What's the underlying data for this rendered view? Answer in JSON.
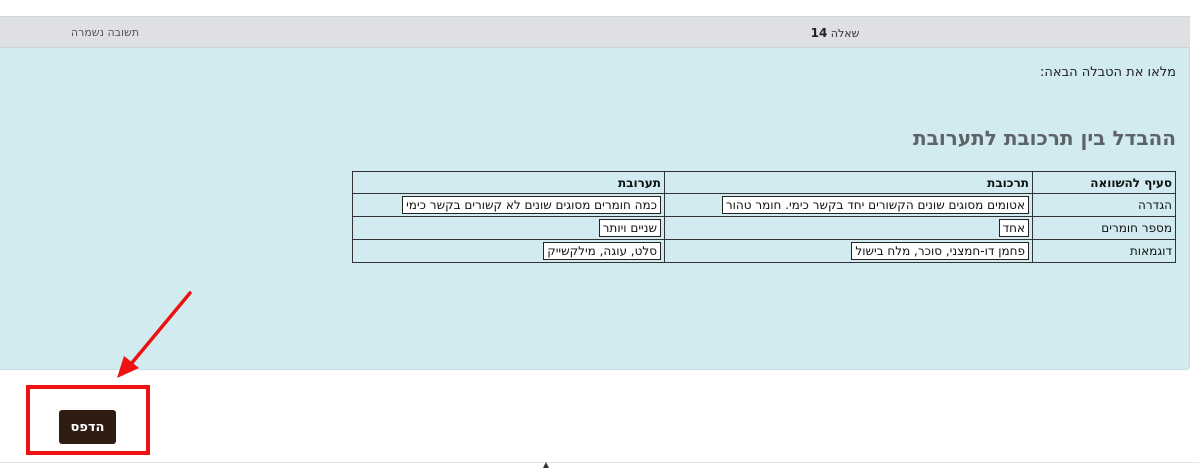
{
  "header": {
    "question_label": "שאלה",
    "question_number": "14",
    "status": "תשובה נשמרה"
  },
  "content": {
    "instructions": "מלאו את הטבלה הבאה:",
    "table_title": "ההבדל בין תרכובת לתערובת",
    "table": {
      "headers": [
        "סעיף להשוואה",
        "תרכובת",
        "תערובת"
      ],
      "rows": [
        {
          "label": "הגדרה",
          "compound": "אטומים מסוגים שונים הקשורים יחד בקשר כימי. חומר טהור",
          "mixture": "כמה חומרים מסוגים שונים לא קשורים בקשר כימי"
        },
        {
          "label": "מספר חומרים",
          "compound": "אחד",
          "mixture": "שניים ויותר"
        },
        {
          "label": "דוגמאות",
          "compound": "פחמן דו-חמצני, סוכר, מלח בישול",
          "mixture": "סלט, עוגה, מילקשייק"
        }
      ]
    }
  },
  "actions": {
    "print_label": "הדפס"
  },
  "annotation": {
    "color": "#ee1111"
  }
}
